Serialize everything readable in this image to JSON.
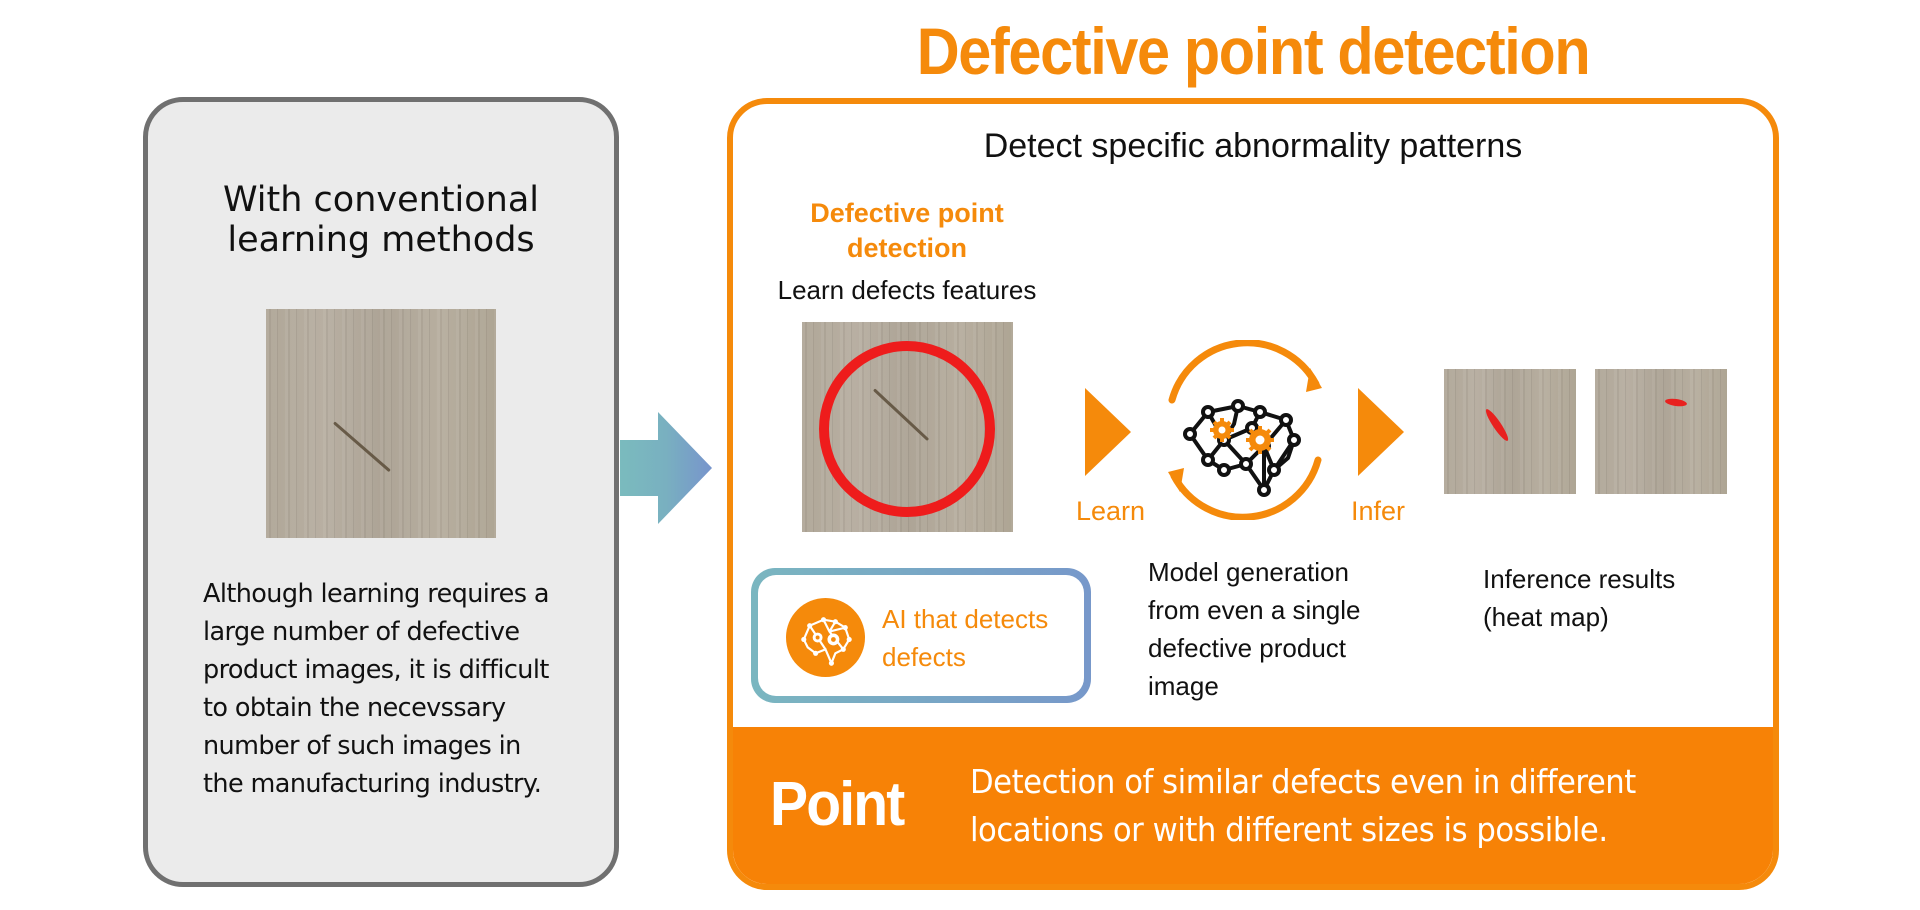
{
  "title": "Defective point detection",
  "conventional": {
    "heading": "With conventional\nlearning methods",
    "image_label": "defective-wood-sample",
    "description": "Although learning requires a\nlarge number of defective\nproduct images, it is difficult\nto obtain the necevssary\nnumber of such images in\nthe manufacturing industry."
  },
  "proposed": {
    "subtitle": "Detect specific abnormality patterns",
    "learn_heading": "Defective point\ndetection",
    "learn_subheading": "Learn defects features",
    "flow": {
      "learn_label": "Learn",
      "infer_label": "Infer"
    },
    "model_description": "Model generation\nfrom even a single\ndefective product\nimage",
    "inference_description": "Inference results\n(heat map)",
    "ai_badge": {
      "label": "AI that detects\ndefects",
      "icon": "brain-gears-icon"
    },
    "point": {
      "word": "Point",
      "text": "Detection of similar defects even in different\nlocations or with different sizes is possible."
    }
  },
  "colors": {
    "accent_orange": "#f58a0b",
    "panel_gray": "#ebebeb",
    "panel_border_gray": "#707070",
    "highlight_red": "#ee1c1c",
    "teal_gradient_start": "#7ab6c0",
    "teal_gradient_end": "#7798ca"
  }
}
